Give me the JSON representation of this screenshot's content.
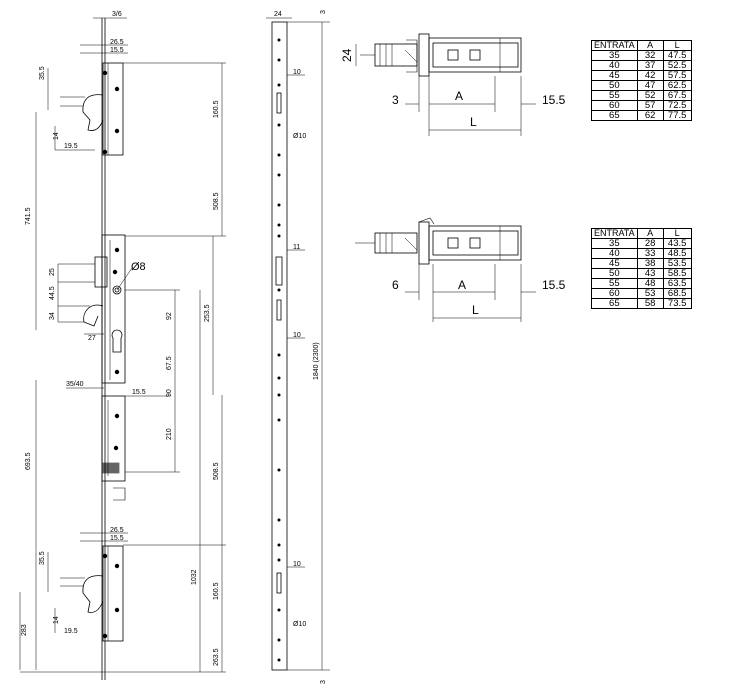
{
  "drawing": {
    "main_top": "3/6",
    "top_ring": [
      "26.5",
      "15.5"
    ],
    "left_dims": [
      "35.5",
      "14",
      "19.5",
      "741.5",
      "25",
      "44.5",
      "34",
      "27",
      "35/40",
      "15.5",
      "693.5",
      "26.5",
      "15.5",
      "35.5",
      "14",
      "19.5",
      "283"
    ],
    "right_dims": [
      "160.5",
      "508.5",
      "253.5",
      "92",
      "67.5",
      "90",
      "210",
      "508.5",
      "1032",
      "160.5",
      "263.5"
    ],
    "hole_label": "Ø8",
    "side_top": "24",
    "side_top_right": "3",
    "side_bottom_right": "3",
    "side_dims": [
      "10",
      "Ø10",
      "11",
      "10",
      "10",
      "Ø10"
    ],
    "side_total": "1840 (2300)"
  },
  "cyl1": {
    "h": "24",
    "left": "3",
    "a": "A",
    "right": "15.5",
    "l": "L"
  },
  "cyl2": {
    "left": "6",
    "a": "A",
    "right": "15.5",
    "l": "L"
  },
  "table1": {
    "headers": [
      "ENTRATA",
      "A",
      "L"
    ],
    "rows": [
      [
        "35",
        "32",
        "47.5"
      ],
      [
        "40",
        "37",
        "52.5"
      ],
      [
        "45",
        "42",
        "57.5"
      ],
      [
        "50",
        "47",
        "62.5"
      ],
      [
        "55",
        "52",
        "67.5"
      ],
      [
        "60",
        "57",
        "72.5"
      ],
      [
        "65",
        "62",
        "77.5"
      ]
    ]
  },
  "table2": {
    "headers": [
      "ENTRATA",
      "A",
      "L"
    ],
    "rows": [
      [
        "35",
        "28",
        "43.5"
      ],
      [
        "40",
        "33",
        "48.5"
      ],
      [
        "45",
        "38",
        "53.5"
      ],
      [
        "50",
        "43",
        "58.5"
      ],
      [
        "55",
        "48",
        "63.5"
      ],
      [
        "60",
        "53",
        "68.5"
      ],
      [
        "65",
        "58",
        "73.5"
      ]
    ]
  }
}
